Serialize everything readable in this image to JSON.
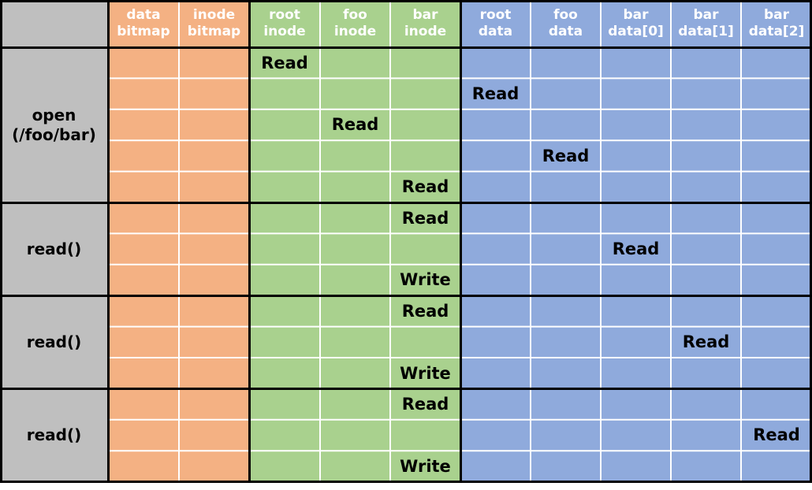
{
  "colors": {
    "orange": "#F4B183",
    "green": "#A9D18E",
    "blue": "#8FAADC",
    "gray": "#BFBFBF",
    "grid_line": "#FFFFFF",
    "frame": "#000000"
  },
  "columns": [
    {
      "line1": "data",
      "line2": "bitmap",
      "color": "orange"
    },
    {
      "line1": "inode",
      "line2": "bitmap",
      "color": "orange"
    },
    {
      "line1": "root",
      "line2": "inode",
      "color": "green"
    },
    {
      "line1": "foo",
      "line2": "inode",
      "color": "green"
    },
    {
      "line1": "bar",
      "line2": "inode",
      "color": "green"
    },
    {
      "line1": "root",
      "line2": "data",
      "color": "blue"
    },
    {
      "line1": "foo",
      "line2": "data",
      "color": "blue"
    },
    {
      "line1": "bar",
      "line2": "data[0]",
      "color": "blue"
    },
    {
      "line1": "bar",
      "line2": "data[1]",
      "color": "blue"
    },
    {
      "line1": "bar",
      "line2": "data[2]",
      "color": "blue"
    }
  ],
  "groups": [
    {
      "label_line1": "open",
      "label_line2": "(/foo/bar)",
      "rows": [
        {
          "col": 2,
          "action": "Read"
        },
        {
          "col": 5,
          "action": "Read"
        },
        {
          "col": 3,
          "action": "Read"
        },
        {
          "col": 6,
          "action": "Read"
        },
        {
          "col": 4,
          "action": "Read"
        }
      ]
    },
    {
      "label_line1": "read()",
      "label_line2": "",
      "rows": [
        {
          "col": 4,
          "action": "Read"
        },
        {
          "col": 7,
          "action": "Read"
        },
        {
          "col": 4,
          "action": "Write"
        }
      ]
    },
    {
      "label_line1": "read()",
      "label_line2": "",
      "rows": [
        {
          "col": 4,
          "action": "Read"
        },
        {
          "col": 8,
          "action": "Read"
        },
        {
          "col": 4,
          "action": "Write"
        }
      ]
    },
    {
      "label_line1": "read()",
      "label_line2": "",
      "rows": [
        {
          "col": 4,
          "action": "Read"
        },
        {
          "col": 9,
          "action": "Read"
        },
        {
          "col": 4,
          "action": "Write"
        }
      ]
    }
  ]
}
